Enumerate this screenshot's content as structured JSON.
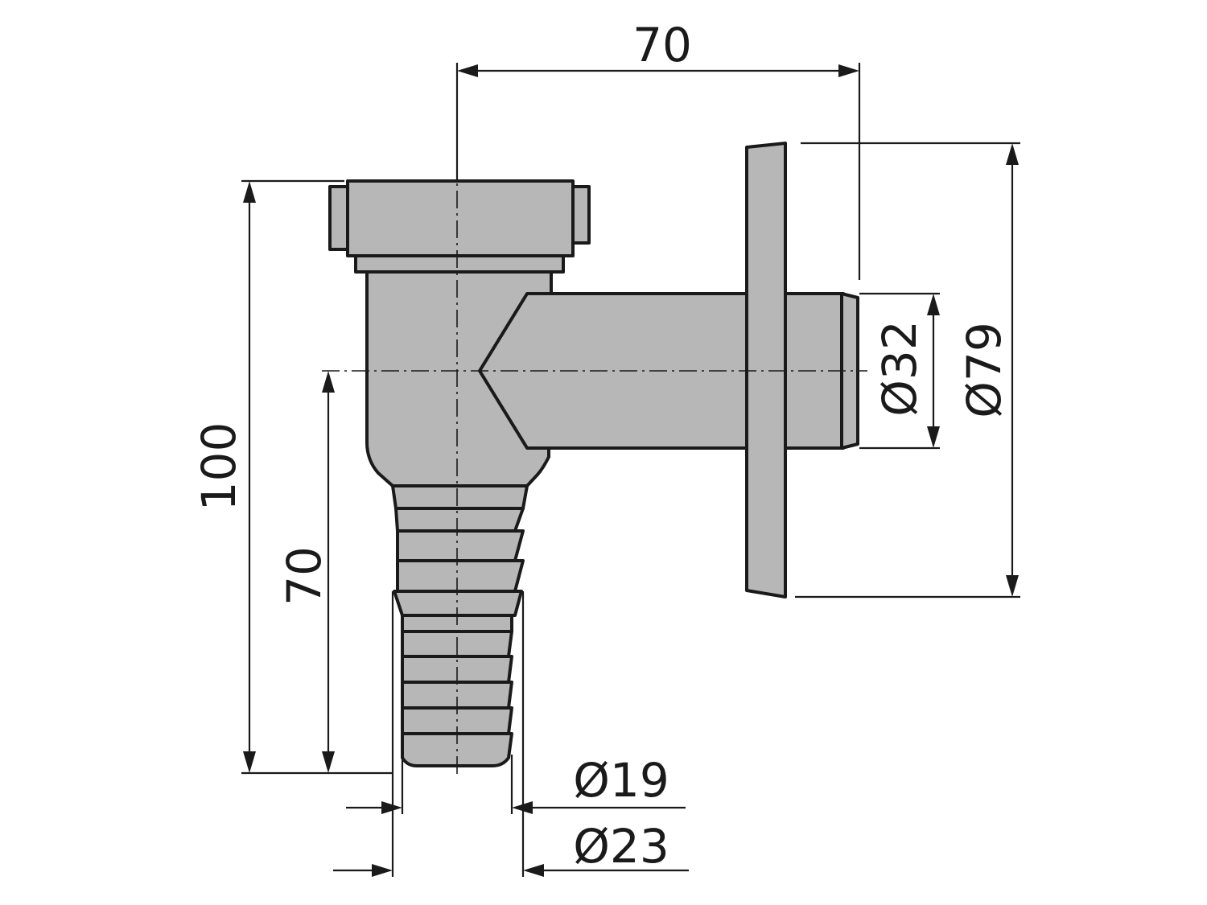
{
  "drawing": {
    "colors": {
      "part_fill": "#b7b7b7",
      "outline": "#1a1a1a",
      "background": "#ffffff"
    },
    "dimensions": {
      "top_width": "70",
      "overall_height": "100",
      "axis_height": "70",
      "outlet_diameter": "Ø32",
      "flange_diameter": "Ø79",
      "hose_inner_diameter": "Ø19",
      "hose_outer_diameter": "Ø23"
    }
  }
}
